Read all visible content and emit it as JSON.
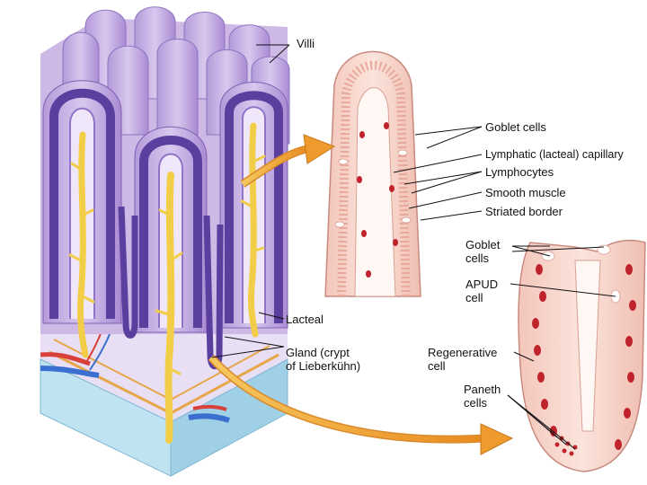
{
  "labels": {
    "villi": "Villi",
    "goblet_cells_top": "Goblet cells",
    "lymphatic_capillary": "Lymphatic (lacteal) capillary",
    "lymphocytes": "Lymphocytes",
    "smooth_muscle": "Smooth muscle",
    "striated_border": "Striated border",
    "goblet_cells_bottom": "Goblet\ncells",
    "apud_cell": "APUD\ncell",
    "lacteal": "Lacteal",
    "gland": "Gland (crypt\nof Lieberkühn)",
    "regenerative_cell": "Regenerative\ncell",
    "paneth_cells": "Paneth\ncells"
  },
  "colors": {
    "villus_surface": "#c9b3e3",
    "villus_shadow": "#9a7fc6",
    "epithelium": "#5a3f9e",
    "lacteal": "#f2cd48",
    "tissue_pink": "#f5cfc4",
    "cell_red": "#c0232c",
    "arrow_orange": "#f0a030",
    "base_blue": "#bfe3f1",
    "artery": "#d8403a",
    "vein": "#3a6fd0"
  }
}
